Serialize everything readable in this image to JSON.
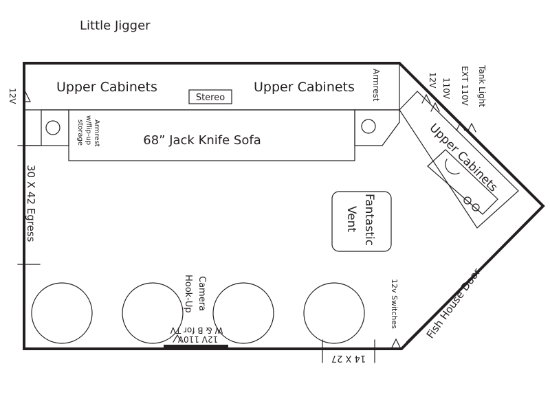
{
  "title": "Little Jigger",
  "labels": {
    "upper_cabinets_left": "Upper Cabinets",
    "upper_cabinets_right": "Upper Cabinets",
    "upper_cabinets_angled": "Upper Cabinets",
    "stereo": "Stereo",
    "armrest_top": "Armrest",
    "armrest_flipup": "Armrest",
    "armrest_flipup_2": "w/flip-up",
    "armrest_flipup_3": "storage",
    "sofa": "68” Jack Knife Sofa",
    "outlet_12v_left": "12V",
    "outlet_12v_corner": "12V",
    "outlet_110v": "110V",
    "outlet_ext_110v": "EXT 110V",
    "tank_light": "Tank Light",
    "egress": "30 X 42 Egress",
    "vent_1": "Fantastic",
    "vent_2": "Vent",
    "camera_1": "Camera",
    "camera_2": "Hook-Up",
    "bottom_outlet_1": "12V 110V",
    "bottom_outlet_2": "W & B for TV",
    "switches": "12v Switches",
    "door": "Fish House Door",
    "dimension_bottom": "14 X 27"
  },
  "colors": {
    "line": "#231f20",
    "background": "#ffffff"
  }
}
